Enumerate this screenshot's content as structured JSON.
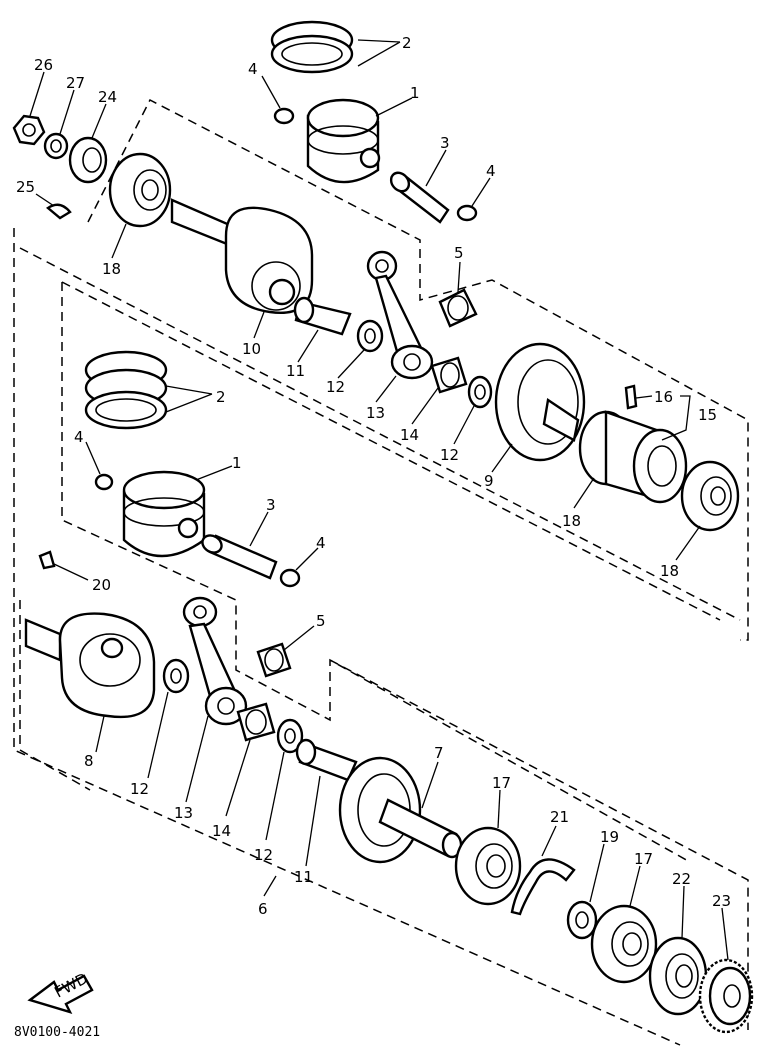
{
  "diagram": {
    "code": "8V0100-4021",
    "fwd": "FWD",
    "labels": {
      "piston_ring_upper": "2",
      "clip_upper_left": "4",
      "piston_upper": "1",
      "pin_upper": "3",
      "clip_upper_right": "4",
      "nut": "26",
      "washer": "27",
      "seal": "24",
      "key": "25",
      "bearing_upper_left": "18",
      "crank_web_10": "10",
      "needle_bearing_5_upper": "5",
      "crank_pin_11_upper": "11",
      "washer_12_upper_a": "12",
      "rod_upper": "13",
      "bearing_14_upper": "14",
      "washer_12_upper_b": "12",
      "crank_web_9": "9",
      "pin_16": "16",
      "assy_15": "15",
      "bearing_center": "18",
      "bearing_right": "18",
      "piston_ring_lower": "2",
      "clip_lower_left": "4",
      "piston_lower": "1",
      "pin_lower": "3",
      "clip_lower_right": "4",
      "key_20": "20",
      "needle_bearing_5_lower": "5",
      "crank_web_8": "8",
      "washer_12_lower_a": "12",
      "rod_lower": "13",
      "bearing_14_lower": "14",
      "washer_12_lower_b": "12",
      "crank_pin_11_lower": "11",
      "crank_web_7": "7",
      "bearing_17_a": "17",
      "circlip_21": "21",
      "washer_19": "19",
      "bearing_17_b": "17",
      "seal_22": "22",
      "gear_23": "23",
      "crank_assy_6": "6"
    }
  }
}
